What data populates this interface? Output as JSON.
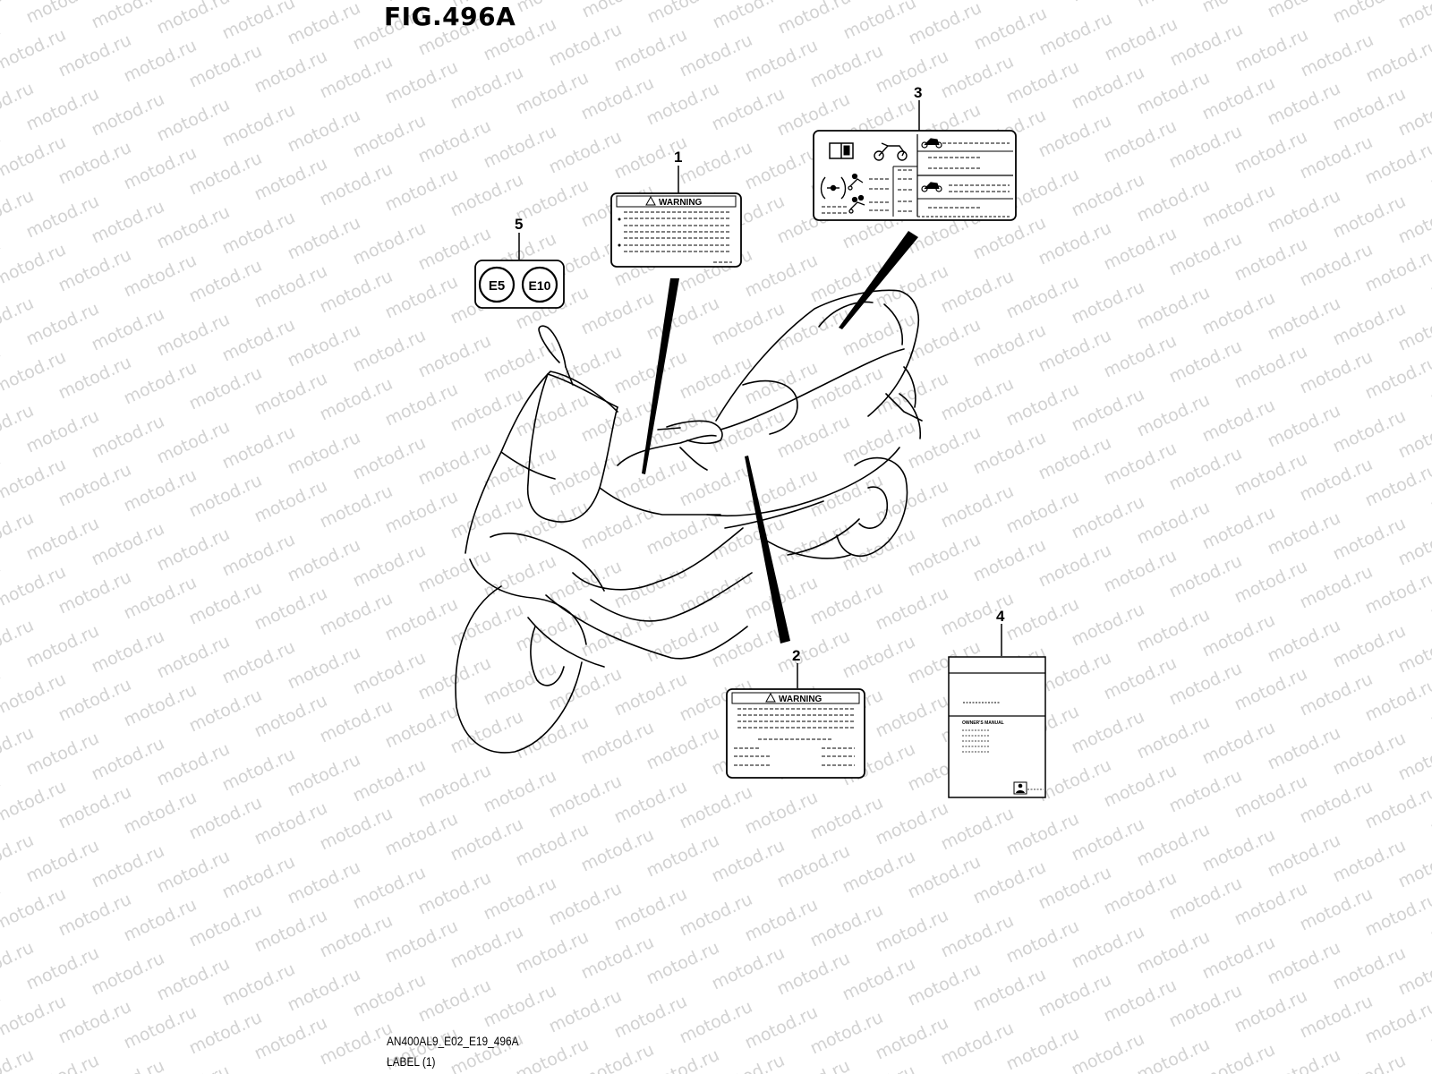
{
  "figure": {
    "title": "FIG.496A",
    "drawing_code": "AN400AL9_E02_E19_496A",
    "caption": "LABEL (1)"
  },
  "watermark": {
    "text": "motod.ru",
    "color": "#d2d2d2"
  },
  "callouts": [
    "1",
    "2",
    "3",
    "4",
    "5"
  ],
  "label_1": {
    "heading": "WARNING"
  },
  "label_2": {
    "heading": "WARNING"
  },
  "label_4": {
    "heading": "OWNER'S MANUAL"
  },
  "label_5": {
    "left": "E5",
    "right": "E10"
  }
}
